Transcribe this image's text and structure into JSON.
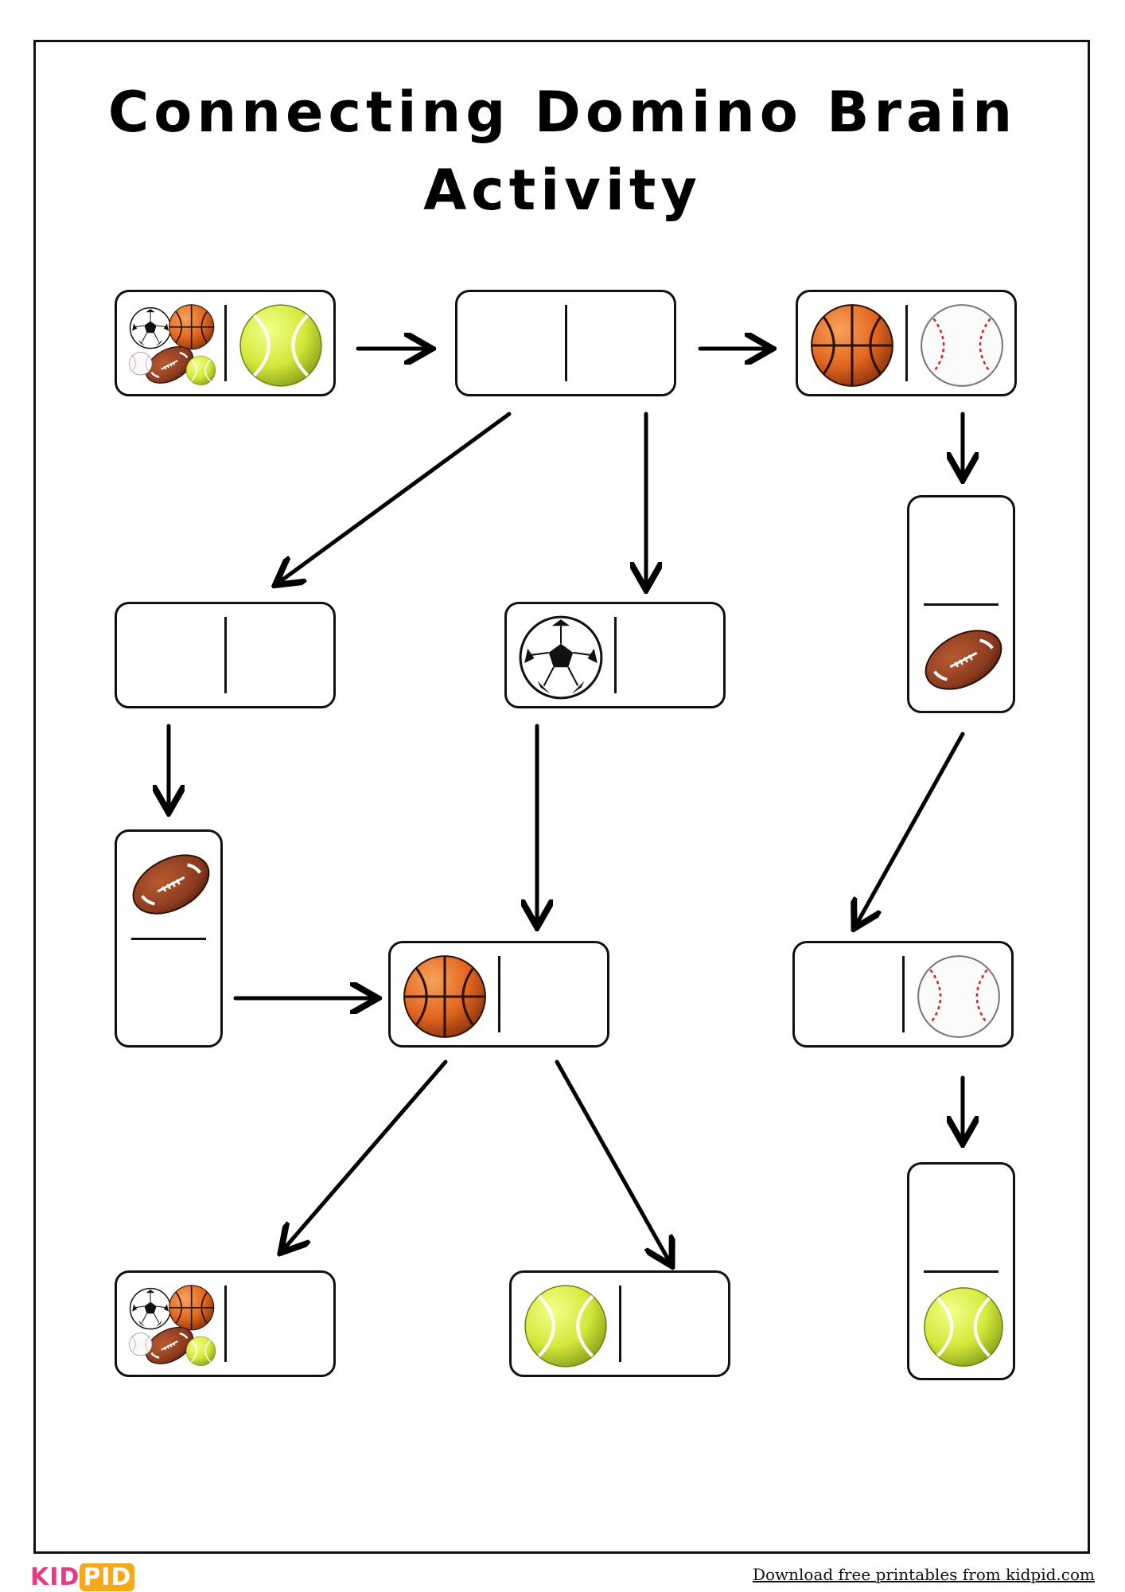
{
  "title_line1": "Connecting Domino Brain",
  "title_line2": "Activity",
  "footer": {
    "logo_part1": "KID",
    "logo_part2": "PID",
    "link_text": "Download free printables from kidpid.com"
  },
  "dominoes": [
    {
      "name": "domino-start",
      "orientation": "horizontal",
      "halves": [
        "mixed-sports-balls-icon",
        "tennis-ball-icon"
      ]
    },
    {
      "name": "domino-top-center",
      "orientation": "horizontal",
      "halves": [
        "empty",
        "empty"
      ]
    },
    {
      "name": "domino-top-right",
      "orientation": "horizontal",
      "halves": [
        "basketball-icon",
        "baseball-icon"
      ]
    },
    {
      "name": "domino-right-vertical",
      "orientation": "vertical",
      "halves": [
        "empty",
        "american-football-icon"
      ]
    },
    {
      "name": "domino-middle-left",
      "orientation": "horizontal",
      "halves": [
        "empty",
        "empty"
      ]
    },
    {
      "name": "domino-middle-center",
      "orientation": "horizontal",
      "halves": [
        "soccer-ball-icon",
        "empty"
      ]
    },
    {
      "name": "domino-left-vertical",
      "orientation": "vertical",
      "halves": [
        "american-football-icon",
        "empty"
      ]
    },
    {
      "name": "domino-center-lower",
      "orientation": "horizontal",
      "halves": [
        "basketball-icon",
        "empty"
      ]
    },
    {
      "name": "domino-right-lower",
      "orientation": "horizontal",
      "halves": [
        "empty",
        "baseball-icon"
      ]
    },
    {
      "name": "domino-bottom-left",
      "orientation": "horizontal",
      "halves": [
        "mixed-sports-balls-icon",
        "empty"
      ]
    },
    {
      "name": "domino-bottom-center",
      "orientation": "horizontal",
      "halves": [
        "tennis-ball-icon",
        "empty"
      ]
    },
    {
      "name": "domino-bottom-right-vertical",
      "orientation": "vertical",
      "halves": [
        "empty",
        "tennis-ball-icon"
      ]
    }
  ],
  "colors": {
    "basketball": "#e2661f",
    "tennis": "#d4e83a",
    "football": "#8a3a1e",
    "logo_pink": "#e8388a",
    "logo_orange": "#f5a81c"
  }
}
